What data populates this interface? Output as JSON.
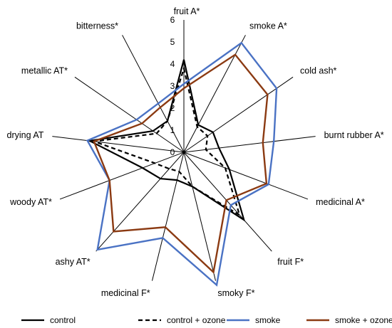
{
  "chart_data": {
    "type": "radar",
    "axes": [
      "fruit A*",
      "smoke A*",
      "cold ash*",
      "burnt rubber A*",
      "medicinal A*",
      "fruit F*",
      "smoky F*",
      "medicinal F*",
      "ashy AT*",
      "woody AT*",
      "drying AT",
      "metallic AT*",
      "bitterness*"
    ],
    "rlim": [
      0,
      6
    ],
    "ticks": [
      "0",
      "1",
      "2",
      "3",
      "4",
      "5",
      "6"
    ],
    "grid": "spokes",
    "legend_position": "bottom",
    "series": [
      {
        "name": "control",
        "color": "#000000",
        "dash": "solid",
        "values": [
          4.2,
          1.4,
          1.6,
          1.6,
          2.2,
          4.1,
          1.6,
          1.3,
          1.6,
          2.0,
          4.3,
          1.7,
          1.6
        ]
      },
      {
        "name": "control + ozone",
        "color": "#000000",
        "dash": "dashed",
        "values": [
          3.8,
          1.3,
          1.3,
          1.0,
          2.0,
          3.8,
          1.6,
          0.9,
          1.0,
          1.4,
          4.1,
          1.5,
          1.6
        ]
      },
      {
        "name": "smoke",
        "color": "#4a72c4",
        "dash": "solid",
        "values": [
          3.1,
          5.6,
          5.1,
          4.1,
          4.1,
          3.2,
          6.2,
          4.0,
          5.9,
          3.6,
          4.4,
          2.6,
          2.5
        ]
      },
      {
        "name": "smoke + ozone",
        "color": "#8b3a12",
        "dash": "solid",
        "values": [
          2.9,
          5.0,
          4.6,
          3.6,
          4.0,
          2.9,
          5.6,
          3.5,
          4.8,
          3.6,
          4.1,
          2.3,
          2.3
        ]
      }
    ]
  }
}
